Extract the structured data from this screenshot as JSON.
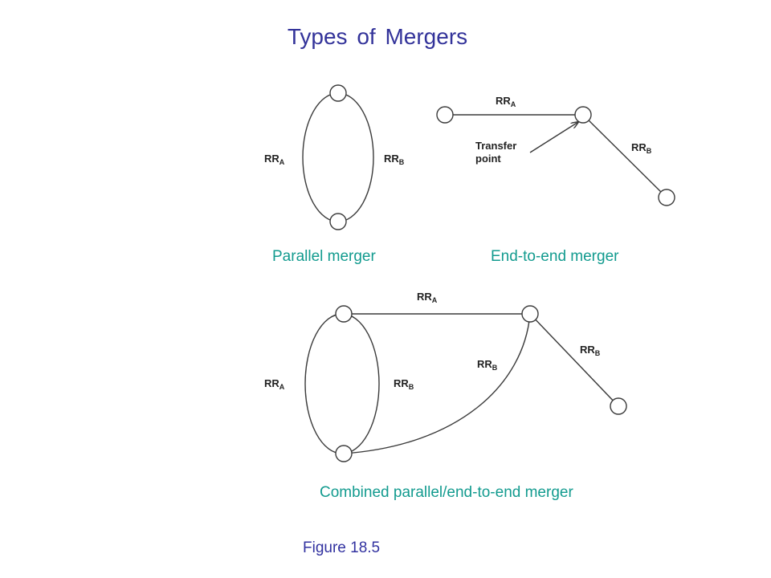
{
  "title": "Types of Mergers",
  "labels": {
    "rr_main": "RR",
    "sub_a": "A",
    "sub_b": "B",
    "transfer_line1": "Transfer",
    "transfer_line2": "point"
  },
  "captions": {
    "parallel": "Parallel merger",
    "end_to_end": "End-to-end merger",
    "combined": "Combined parallel/end-to-end merger"
  },
  "figure": "Figure 18.5",
  "colors": {
    "title": "#33339a",
    "caption": "#139b8f",
    "figure": "#3232a0"
  }
}
